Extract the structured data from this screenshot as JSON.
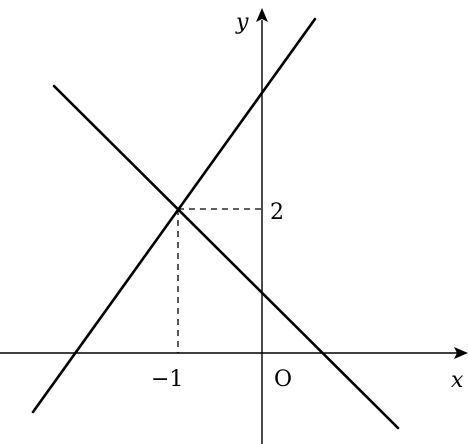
{
  "axes": {
    "x_label": "x",
    "y_label": "y",
    "origin_label": "O"
  },
  "marks": {
    "x_value": "−1",
    "y_value": "2"
  },
  "intersection": {
    "x": -1,
    "y": 2
  },
  "lines": [
    {
      "name": "rising-line"
    },
    {
      "name": "falling-line"
    }
  ],
  "colors": {
    "ink": "#000000",
    "background": "#ffffff"
  }
}
